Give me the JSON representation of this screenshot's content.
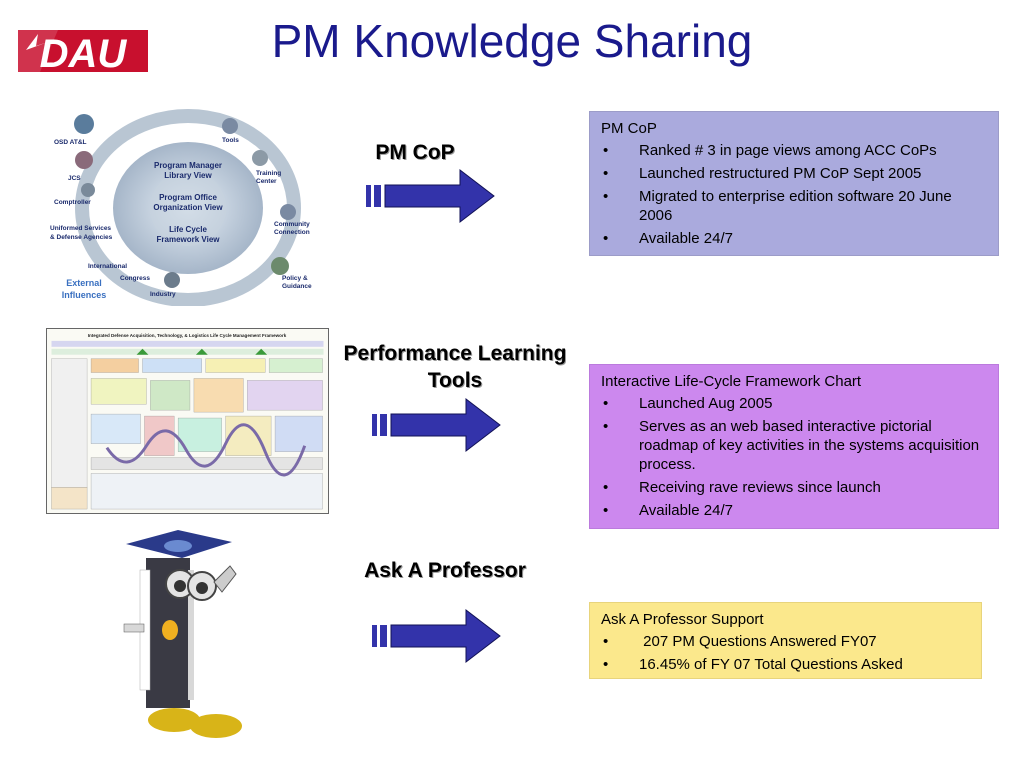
{
  "header": {
    "logo_text": "DAU",
    "title": "PM Knowledge Sharing"
  },
  "sections": {
    "cop": {
      "label": "PM CoP",
      "box_title": "PM CoP",
      "items": [
        "Ranked # 3 in page views among ACC CoPs",
        "Launched restructured PM CoP Sept 2005",
        "Migrated to enterprise edition software 20 June 2006",
        "Available 24/7"
      ]
    },
    "plt": {
      "label": "Performance Learning Tools",
      "box_title": "Interactive Life-Cycle Framework Chart",
      "items": [
        "Launched Aug 2005",
        "Serves as an web based interactive pictorial roadmap of key activities in the systems acquisition process.",
        "Receiving rave reviews since launch",
        "Available 24/7"
      ]
    },
    "aap": {
      "label": "Ask A Professor",
      "box_title": "Ask A Professor Support",
      "items": [
        " 207 PM Questions Answered FY07",
        "16.45% of FY 07 Total Questions Asked"
      ]
    }
  },
  "bullet": "•",
  "library_graphic": {
    "center_lines": [
      "Program Manager",
      "Library View",
      "Program Office",
      "Organization View",
      "Life Cycle",
      "Framework View"
    ],
    "nodes": [
      "OSD AT&L",
      "JCS",
      "Comptroller",
      "Uniformed Services",
      "& Defense Agencies",
      "International",
      "Congress",
      "Industry",
      "Tools",
      "Training",
      "Center",
      "Community",
      "Connection",
      "Policy &",
      "Guidance"
    ],
    "external_label": [
      "External",
      "Influences"
    ]
  },
  "chart_graphic": {
    "title": "Integrated Defense Acquisition, Technology, & Logistics Life Cycle Management Framework"
  },
  "colors": {
    "title": "#1a1a8c",
    "arrow": "#3333aa",
    "cop_box": "#aaaadd",
    "plt_box": "#cc88ee",
    "aap_box": "#fbe88c",
    "logo_red": "#c8102e"
  }
}
